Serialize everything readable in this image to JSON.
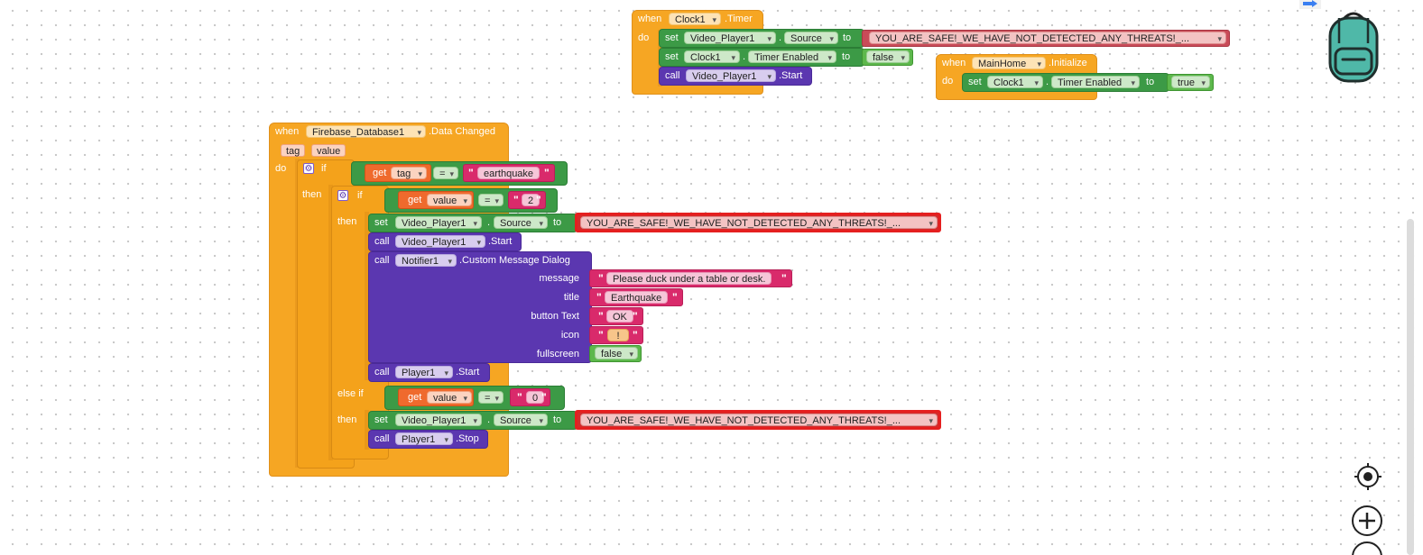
{
  "blocks": {
    "clock_timer": {
      "when": "when",
      "component": "Clock1",
      "event": ".Timer",
      "do": "do",
      "set1": {
        "set": "set",
        "comp": "Video_Player1",
        "dot": ".",
        "prop": "Source",
        "to": "to",
        "value": "YOU_ARE_SAFE!_WE_HAVE_NOT_DETECTED_ANY_THREATS!_..."
      },
      "set2": {
        "set": "set",
        "comp": "Clock1",
        "dot": ".",
        "prop": "Timer Enabled",
        "to": "to",
        "value": "false"
      },
      "call1": {
        "call": "call",
        "comp": "Video_Player1",
        "method": ".Start"
      }
    },
    "mainhome_init": {
      "when": "when",
      "component": "MainHome",
      "event": ".Initialize",
      "do": "do",
      "set1": {
        "set": "set",
        "comp": "Clock1",
        "dot": ".",
        "prop": "Timer Enabled",
        "to": "to",
        "value": "true"
      }
    },
    "firebase": {
      "when": "when",
      "component": "Firebase_Database1",
      "event": ".Data Changed",
      "param1": "tag",
      "param2": "value",
      "do": "do",
      "if1": "if",
      "then1": "then",
      "cond1": {
        "get": "get",
        "var": "tag",
        "op": "=",
        "text": "earthquake"
      },
      "if2": "if",
      "then2": "then",
      "cond2": {
        "get": "get",
        "var": "value",
        "op": "=",
        "text": "2"
      },
      "setA": {
        "set": "set",
        "comp": "Video_Player1",
        "dot": ".",
        "prop": "Source",
        "to": "to",
        "value": "YOU_ARE_SAFE!_WE_HAVE_NOT_DETECTED_ANY_THREATS!_..."
      },
      "callA": {
        "call": "call",
        "comp": "Video_Player1",
        "method": ".Start"
      },
      "callB": {
        "call": "call",
        "comp": "Notifier1",
        "method": ".Custom Message Dialog",
        "message_label": "message",
        "message": "Please duck under a table or desk.",
        "title_label": "title",
        "title": "Earthquake",
        "button_label": "button Text",
        "button": "OK",
        "icon_label": "icon",
        "icon": "!",
        "fullscreen_label": "fullscreen",
        "fullscreen": "false"
      },
      "callC": {
        "call": "call",
        "comp": "Player1",
        "method": ".Start"
      },
      "elseif": "else if",
      "then3": "then",
      "cond3": {
        "get": "get",
        "var": "value",
        "op": "=",
        "text": "0"
      },
      "setB": {
        "set": "set",
        "comp": "Video_Player1",
        "dot": ".",
        "prop": "Source",
        "to": "to",
        "value": "YOU_ARE_SAFE!_WE_HAVE_NOT_DETECTED_ANY_THREATS!_..."
      },
      "callD": {
        "call": "call",
        "comp": "Player1",
        "method": ".Stop"
      }
    }
  },
  "icons": {
    "backpack": "backpack-icon",
    "center": "target-icon",
    "zoom_in": "zoom-in-icon",
    "zoom_out": "zoom-out-icon"
  },
  "colors": {
    "event": "#f6a623",
    "control": "#f4a21b",
    "setter": "#3c9a46",
    "method": "#5b37b0",
    "text": "#d92a6b",
    "variable": "#ef6a2d",
    "logic": "#5db84c"
  }
}
